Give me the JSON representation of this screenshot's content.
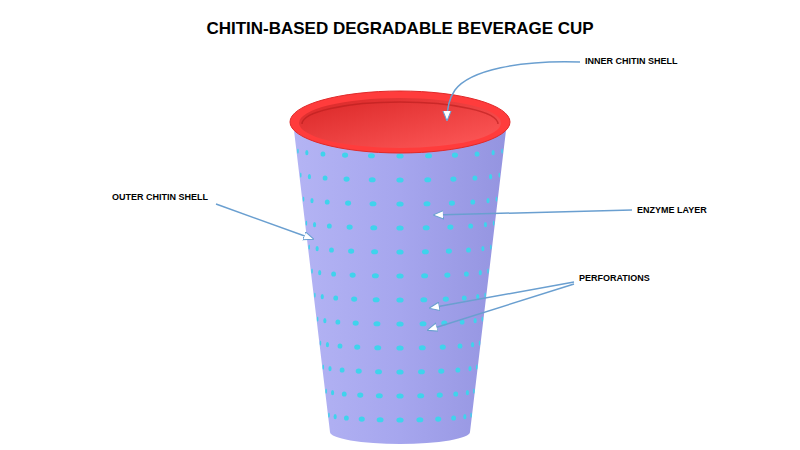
{
  "diagram": {
    "title": "CHITIN-BASED DEGRADABLE BEVERAGE CUP",
    "labels": [
      "INNER CHITIN SHELL",
      "OUTER CHITIN SHELL",
      "ENZYME LAYER",
      "PERFORATIONS"
    ]
  }
}
